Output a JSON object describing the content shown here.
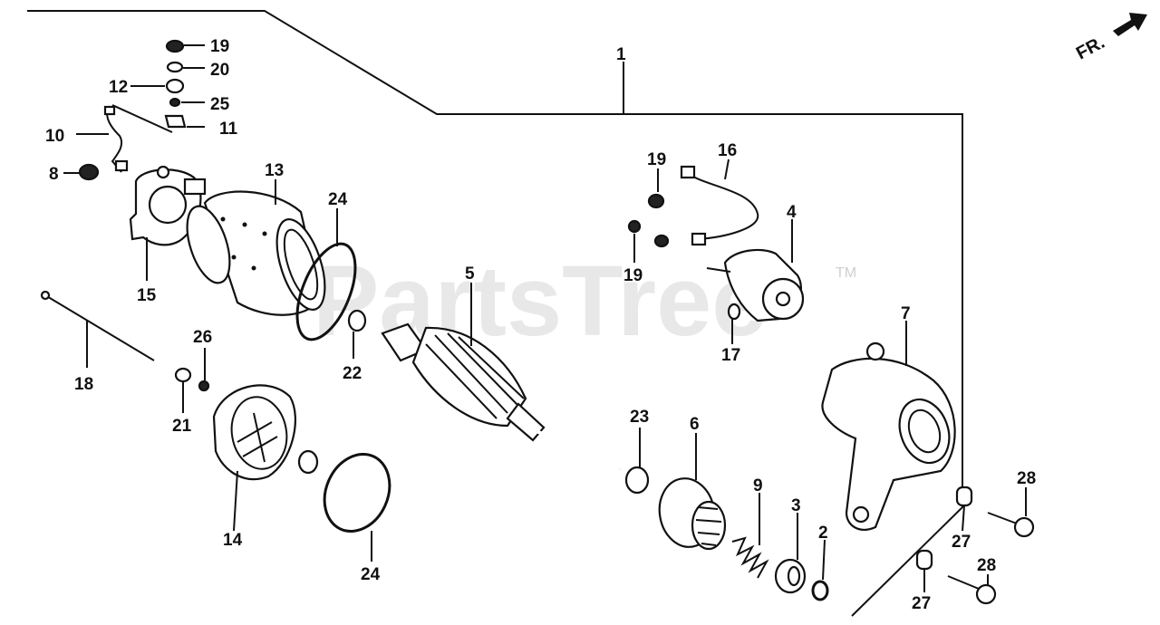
{
  "watermark": {
    "text": "PartsTree",
    "trademark": "TM"
  },
  "orientation": {
    "label": "FR."
  },
  "callouts": [
    {
      "id": "c1",
      "label": "1"
    },
    {
      "id": "c2",
      "label": "2"
    },
    {
      "id": "c3",
      "label": "3"
    },
    {
      "id": "c4",
      "label": "4"
    },
    {
      "id": "c5",
      "label": "5"
    },
    {
      "id": "c6",
      "label": "6"
    },
    {
      "id": "c7",
      "label": "7"
    },
    {
      "id": "c8",
      "label": "8"
    },
    {
      "id": "c9",
      "label": "9"
    },
    {
      "id": "c10",
      "label": "10"
    },
    {
      "id": "c11",
      "label": "11"
    },
    {
      "id": "c12",
      "label": "12"
    },
    {
      "id": "c13",
      "label": "13"
    },
    {
      "id": "c14",
      "label": "14"
    },
    {
      "id": "c15",
      "label": "15"
    },
    {
      "id": "c16",
      "label": "16"
    },
    {
      "id": "c17",
      "label": "17"
    },
    {
      "id": "c18",
      "label": "18"
    },
    {
      "id": "c19a",
      "label": "19"
    },
    {
      "id": "c19b",
      "label": "19"
    },
    {
      "id": "c19c",
      "label": "19"
    },
    {
      "id": "c20",
      "label": "20"
    },
    {
      "id": "c21",
      "label": "21"
    },
    {
      "id": "c22",
      "label": "22"
    },
    {
      "id": "c23",
      "label": "23"
    },
    {
      "id": "c24a",
      "label": "24"
    },
    {
      "id": "c24b",
      "label": "24"
    },
    {
      "id": "c25",
      "label": "25"
    },
    {
      "id": "c26",
      "label": "26"
    },
    {
      "id": "c27a",
      "label": "27"
    },
    {
      "id": "c27b",
      "label": "27"
    },
    {
      "id": "c28a",
      "label": "28"
    },
    {
      "id": "c28b",
      "label": "28"
    }
  ]
}
